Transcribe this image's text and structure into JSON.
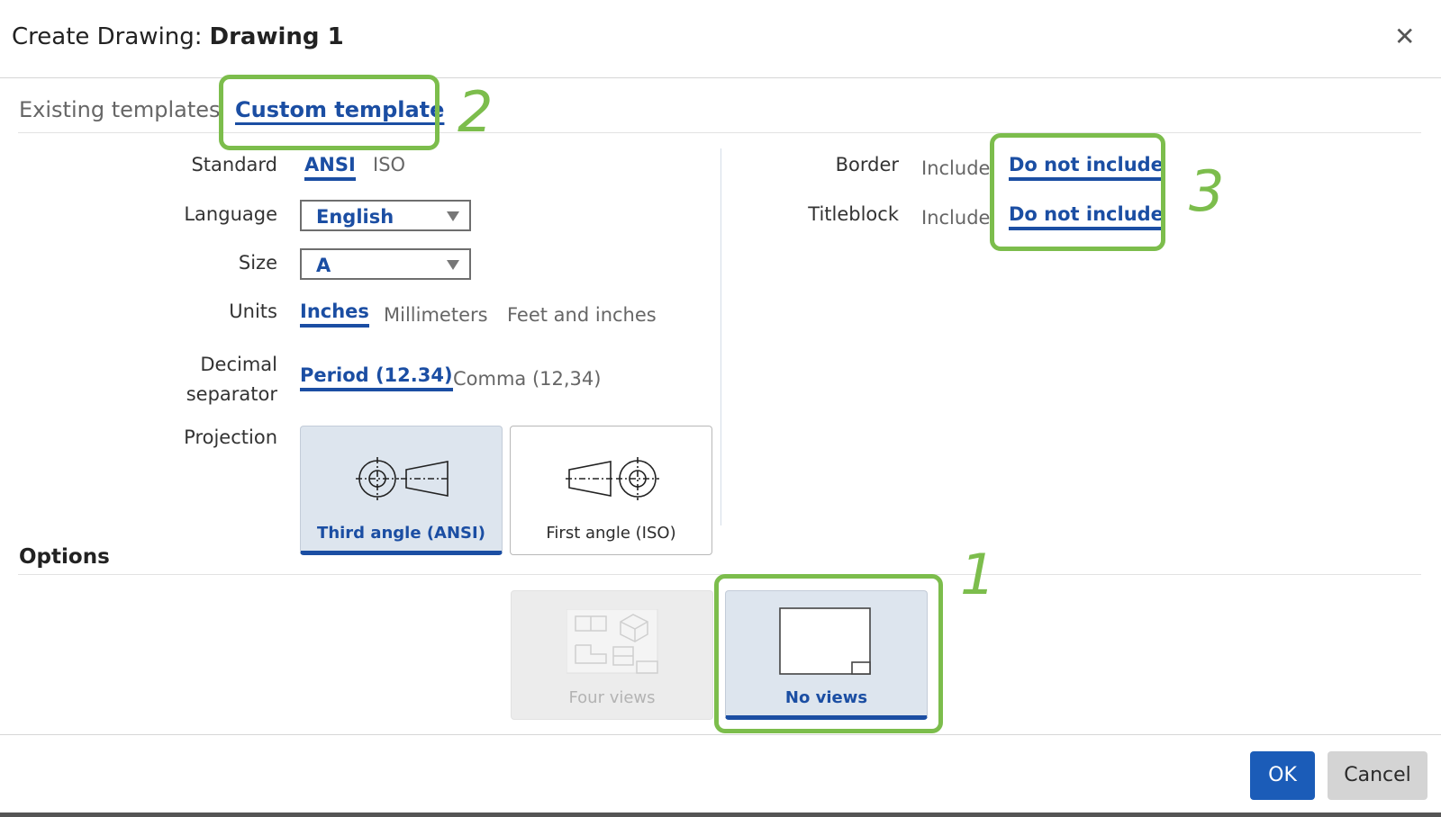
{
  "dialog": {
    "title_prefix": "Create Drawing:",
    "document_name": "Drawing 1",
    "close_glyph": "✕"
  },
  "tabs": [
    {
      "label": "Existing templates",
      "active": false
    },
    {
      "label": "Custom template",
      "active": true
    }
  ],
  "form": {
    "standard": {
      "label": "Standard",
      "options": [
        "ANSI",
        "ISO"
      ],
      "selected": "ANSI"
    },
    "language": {
      "label": "Language",
      "value": "English"
    },
    "size": {
      "label": "Size",
      "value": "A"
    },
    "units": {
      "label": "Units",
      "options": [
        "Inches",
        "Millimeters",
        "Feet and inches"
      ],
      "selected": "Inches"
    },
    "decimal_separator": {
      "label_line1": "Decimal",
      "label_line2": "separator",
      "options": [
        "Period (12.34)",
        "Comma (12,34)"
      ],
      "selected": "Period (12.34)"
    },
    "projection": {
      "label": "Projection",
      "options": [
        "Third angle (ANSI)",
        "First angle (ISO)"
      ],
      "selected": "Third angle (ANSI)"
    }
  },
  "right": {
    "border": {
      "label": "Border",
      "options": [
        "Include",
        "Do not include"
      ],
      "selected": "Do not include"
    },
    "titleblock": {
      "label": "Titleblock",
      "options": [
        "Include",
        "Do not include"
      ],
      "selected": "Do not include"
    }
  },
  "options": {
    "header": "Options",
    "views": [
      {
        "label": "Four views",
        "state": "disabled"
      },
      {
        "label": "No views",
        "state": "selected"
      }
    ]
  },
  "annotations": [
    "1",
    "2",
    "3"
  ],
  "footer": {
    "ok_label": "OK",
    "cancel_label": "Cancel"
  },
  "colors": {
    "accent": "#1b4ea3",
    "highlight": "#7cbd4c",
    "selected_card": "#dde5ee"
  }
}
